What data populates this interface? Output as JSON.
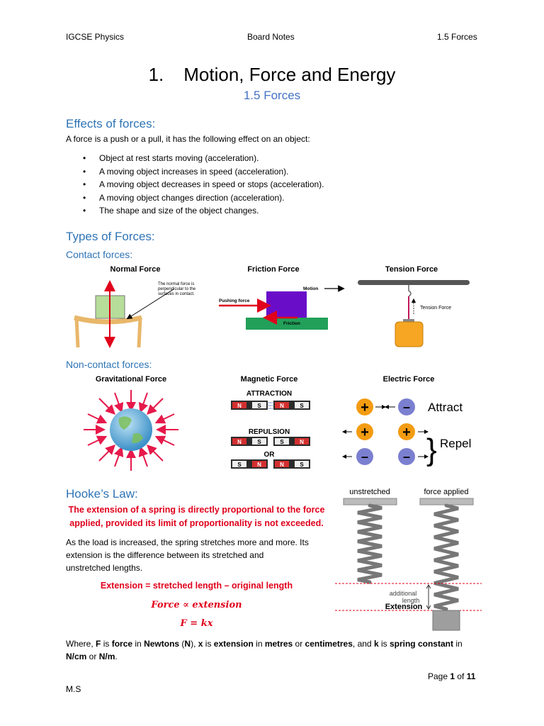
{
  "header": {
    "left": "IGCSE Physics",
    "center": "Board Notes",
    "right": "1.5 Forces"
  },
  "title": {
    "number": "1.",
    "text": "Motion, Force and Energy"
  },
  "subtitle": "1.5 Forces",
  "effects": {
    "heading": "Effects of forces:",
    "intro": "A force is a push or a pull, it has the following effect on an object:",
    "bullets": [
      "Object at rest starts moving (acceleration).",
      "A moving object increases in speed (acceleration).",
      "A moving object decreases in speed or stops (acceleration).",
      "A moving object changes direction (acceleration).",
      "The shape and size of the object changes."
    ]
  },
  "types": {
    "heading": "Types of Forces:",
    "contact_heading": "Contact forces:",
    "contact": {
      "normal_title": "Normal Force",
      "normal_note": [
        "The normal force is",
        "perpendicular to the",
        "surfaces in contact."
      ],
      "friction_title": "Friction Force",
      "friction_motion": "Motion",
      "friction_push": "Pushing force",
      "friction_label": "Friction",
      "tension_title": "Tension Force",
      "tension_label": "Tension Force"
    },
    "noncontact_heading": "Non-contact forces:",
    "noncontact": {
      "grav_title": "Gravitational Force",
      "mag_title": "Magnetic Force",
      "attraction": "ATTRACTION",
      "repulsion": "REPULSION",
      "or": "OR",
      "pole_n": "N",
      "pole_s": "S",
      "elec_title": "Electric Force",
      "attract": "Attract",
      "repel": "Repel",
      "plus": "+",
      "minus": "–"
    }
  },
  "hooke": {
    "heading": "Hooke’s Law:",
    "statement_line1": "The extension of a spring is directly proportional to the force",
    "statement_line2": "applied, provided its limit of proportionality is not exceeded.",
    "para_line1": "As the load is increased, the spring stretches more and more. Its",
    "para_line2": "extension is the difference between its stretched and",
    "para_line3": "unstretched lengths.",
    "formula1": "Extension = stretched length – original length",
    "formula2": "Force ∝ extension",
    "formula3": "F = kx",
    "diagram": {
      "unstretched": "unstretched",
      "force_applied": "force applied",
      "additional": "additional",
      "length": "length",
      "extension": "Extension"
    },
    "where": {
      "t1": "Where, ",
      "F": "F",
      "t2": " is ",
      "force": "force",
      "t3": " in ",
      "newtons": "Newtons",
      "t4": " (",
      "N": "N",
      "t5": "), ",
      "x": "x",
      "t6": " is ",
      "extension": "extension",
      "t7": " in ",
      "metres": "metres",
      "t8": " or ",
      "centimetres": "centimetres",
      "t9": ", and ",
      "k": "k",
      "t10": " is ",
      "spring_constant": "spring constant",
      "t11": " in",
      "ncm": "N/cm",
      "t12": " or ",
      "nm": "N/m",
      "t13": "."
    }
  },
  "footer": {
    "page_word": "Page ",
    "page_num": "1",
    "of": " of ",
    "total": "11",
    "author": "M.S"
  },
  "colors": {
    "heading_blue": "#2e74b5",
    "red": "#e0001b"
  }
}
